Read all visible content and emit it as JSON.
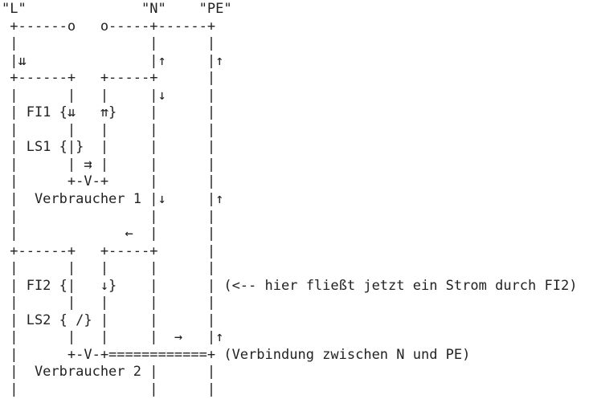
{
  "diagram": {
    "lines": [
      "\"L\"              \"N\"    \"PE\"",
      " +------o   o-----+------+",
      " |                |      |",
      " |⇊               |↑     |↑",
      " +------+   +-----+      |",
      " |      |   |     |↓     |",
      " | FI1 {⇊   ⇈}    |      |",
      " |      |   |     |      |",
      " | LS1 {|}  |     |      |",
      " |      | ⇉ |     |      |",
      " |      +-V-+     |      |",
      " |  Verbraucher 1 |↓     |↑",
      " |                |      |",
      " |             ←  |      |",
      " +------+   +-----+      |",
      " |      |   |     |      |",
      " | FI2 {|   ↓}    |      | (<-- hier fließt jetzt ein Strom durch FI2)",
      " |      |   |     |      |",
      " | LS2 { /} |     |      |",
      " |      |   |     |  →   |↑",
      " |      +-V-+============+ (Verbindung zwischen N und PE)",
      " |  Verbraucher 2 |      |",
      " |                |      |"
    ]
  },
  "rails": {
    "left_label": "\"L\"",
    "middle_label": "\"N\"",
    "right_label": "\"PE\""
  },
  "component_labels": [
    "FI1",
    "LS1",
    "Verbraucher 1",
    "FI2",
    "LS2",
    "Verbraucher 2"
  ],
  "annotations": {
    "fi2_current_note": "(<-- hier fließt jetzt ein Strom durch FI2)",
    "n_pe_bridge_note": "(Verbindung zwischen N und PE)"
  },
  "symbols": {
    "double-down-arrow-icon": "⇊",
    "double-up-arrow-icon": "⇈",
    "double-right-arrow-icon": "⇉",
    "up-arrow-icon": "↑",
    "down-arrow-icon": "↓",
    "left-arrow-icon": "←",
    "right-arrow-icon": "→"
  },
  "colors": {
    "text": "#222222",
    "background": "#ffffff"
  }
}
